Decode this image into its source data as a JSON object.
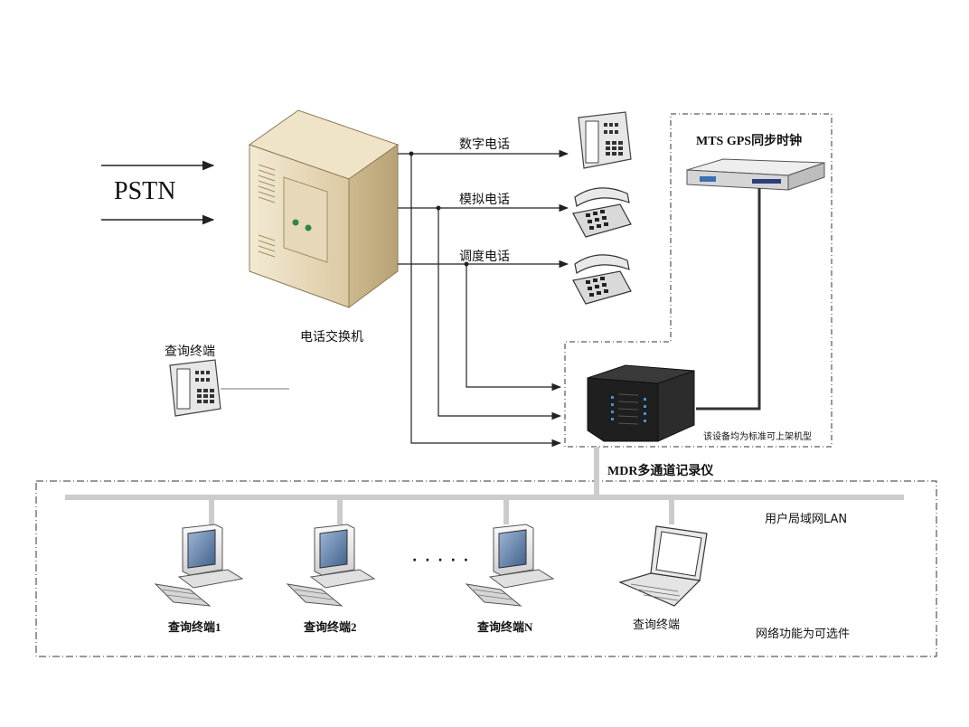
{
  "diagram": {
    "pstn_label": "PSTN",
    "pbx_label": "电话交换机",
    "digital_phone_label": "数字电话",
    "analog_phone_label": "模拟电话",
    "dispatch_phone_label": "调度电话",
    "gps_clock_label": "MTS GPS同步时钟",
    "query_terminal_label": "查询终端",
    "rack_note": "该设备均为标准可上架机型",
    "recorder_label": "MDR多通道记录仪",
    "lan_label": "用户局域网LAN",
    "optional_note": "网络功能为可选件",
    "dots": "· · · · ·",
    "terminals": [
      {
        "label": "查询终端1"
      },
      {
        "label": "查询终端2"
      },
      {
        "label": "查询终端N"
      },
      {
        "label": "查询终端"
      }
    ]
  }
}
